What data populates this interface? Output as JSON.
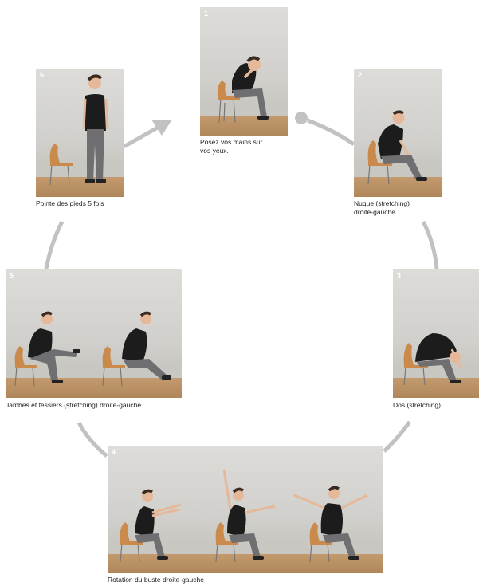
{
  "steps": [
    {
      "number": "1",
      "caption": "Posez vos mains sur\nvos yeux."
    },
    {
      "number": "2",
      "caption": "Nuque (stretching)\ndroite-gauche"
    },
    {
      "number": "3",
      "caption": "Dos (stretching)"
    },
    {
      "number": "4",
      "caption": "Rotation du buste droite-gauche"
    },
    {
      "number": "5",
      "caption": "Jambes et fessiers (stretching) droite-gauche"
    },
    {
      "number": "6",
      "caption": "Pointe des pieds 5 fois"
    }
  ],
  "colors": {
    "wall": "#d6d5d1",
    "floor": "#b88e60",
    "chair": "#c98a4b",
    "shirt": "#1c1c1c",
    "pants": "#6f6f72",
    "arc": "#c2c2c2"
  }
}
